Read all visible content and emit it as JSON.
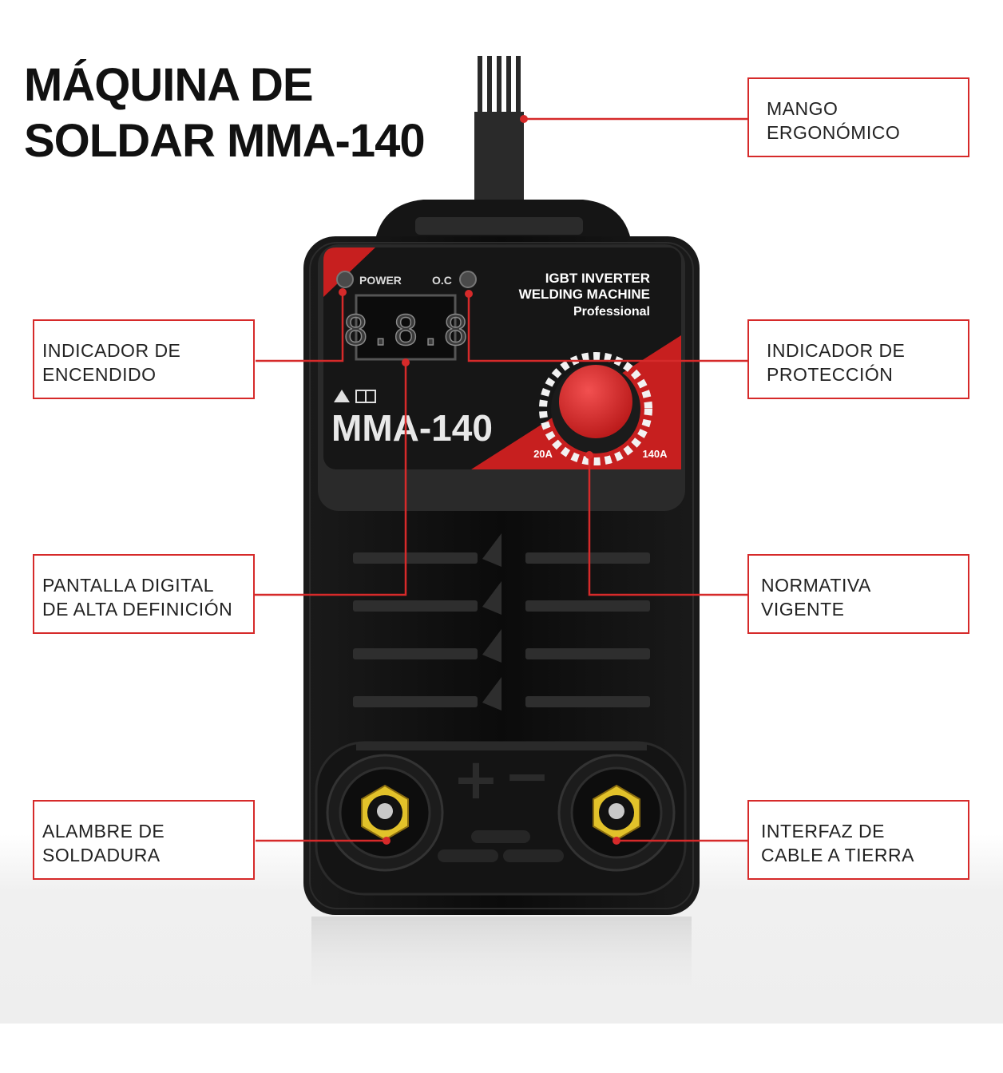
{
  "title": {
    "line1": "MÁQUINA DE",
    "line2": "SOLDAR MMA-140"
  },
  "machine": {
    "power_label": "POWER",
    "oc_label": "O.C",
    "brand_line1": "IGBT INVERTER",
    "brand_line2": "WELDING MACHINE",
    "brand_line3": "Professional",
    "display_value": "8.8.8",
    "model": "MMA-140",
    "dial_min": "20A",
    "dial_max": "140A",
    "terminal_positive": "+",
    "terminal_negative": "−"
  },
  "callouts": {
    "mango": {
      "line1": "MANGO",
      "line2": "ERGONÓMICO"
    },
    "encendido": {
      "line1": "INDICADOR DE",
      "line2": "ENCENDIDO"
    },
    "proteccion": {
      "line1": "INDICADOR DE",
      "line2": "PROTECCIÓN"
    },
    "pantalla": {
      "line1": "PANTALLA DIGITAL",
      "line2": "DE ALTA DEFINICIÓN"
    },
    "normativa": {
      "line1": "NORMATIVA",
      "line2": "VIGENTE"
    },
    "alambre": {
      "line1": "ALAMBRE DE",
      "line2": "SOLDADURA"
    },
    "interfaz": {
      "line1": "INTERFAZ DE",
      "line2": "CABLE A TIERRA"
    }
  },
  "colors": {
    "accent_red": "#d62a2a",
    "body_black": "#111111",
    "terminal_gold": "#e2c22a"
  }
}
